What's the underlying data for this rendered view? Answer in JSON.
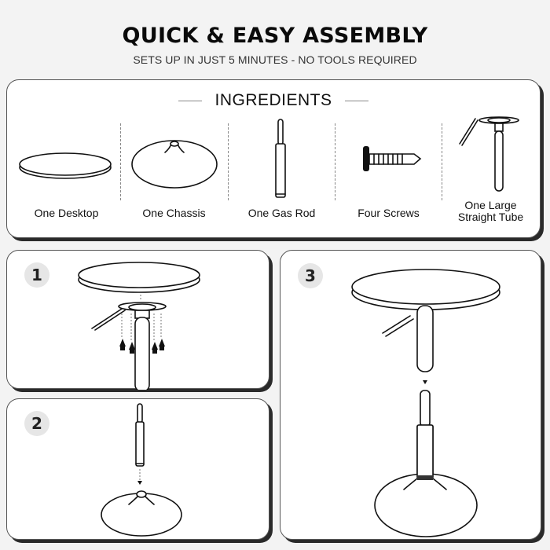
{
  "header": {
    "title": "QUICK & EASY ASSEMBLY",
    "subtitle": "SETS UP IN JUST 5 MINUTES - NO TOOLS REQUIRED"
  },
  "ingredients": {
    "title": "INGREDIENTS",
    "items": [
      {
        "label": "One Desktop",
        "icon": "desktop-icon"
      },
      {
        "label": "One Chassis",
        "icon": "chassis-icon"
      },
      {
        "label": "One Gas Rod",
        "icon": "gas-rod-icon"
      },
      {
        "label": "Four Screws",
        "icon": "screw-icon"
      },
      {
        "label_line1": "One Large",
        "label_line2": "Straight Tube",
        "icon": "straight-tube-icon"
      }
    ]
  },
  "steps": [
    {
      "number": "1",
      "illustration": "attach-desktop-to-tube-with-screws"
    },
    {
      "number": "2",
      "illustration": "insert-gas-rod-into-chassis"
    },
    {
      "number": "3",
      "illustration": "join-top-assembly-to-base"
    }
  ],
  "colors": {
    "background": "#f3f3f3",
    "panel": "#ffffff",
    "panel_shadow": "#2a2a2a",
    "badge": "#e6e6e6",
    "text": "#111111"
  }
}
